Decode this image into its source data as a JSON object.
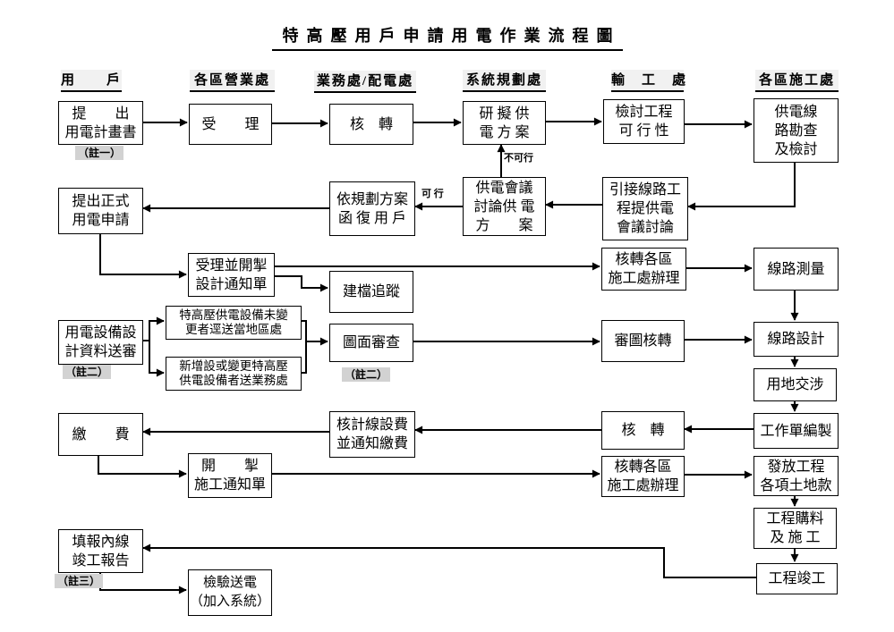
{
  "title": "特高壓用戶申請用電作業流程圖",
  "column_headers": [
    "用　　戶",
    "各區營業處",
    "業務處/配電處",
    "系統規劃處",
    "輸　工　處",
    "各區施工處"
  ],
  "nodes": {
    "submit_plan": {
      "lines": [
        "提　　出",
        "用電計畫書"
      ]
    },
    "accept": {
      "lines": [
        "受　　理"
      ]
    },
    "review_forward_1": {
      "lines": [
        "核　轉"
      ]
    },
    "draft_supply_plan": {
      "lines": [
        "研 擬 供",
        "電 方 案"
      ]
    },
    "review_feasibility": {
      "lines": [
        "檢討工程",
        "可 行 性"
      ]
    },
    "line_survey": {
      "lines": [
        "供電線",
        "路勘查",
        "及檢討"
      ]
    },
    "formal_application": {
      "lines": [
        "提出正式",
        "用電申請"
      ]
    },
    "reply_customer": {
      "lines": [
        "依規劃方案",
        "函 復 用 戶"
      ]
    },
    "supply_meeting": {
      "lines": [
        "供電會議",
        "討論供 電",
        "方　　案"
      ]
    },
    "connection_meeting": {
      "lines": [
        "引接線路工",
        "程提供電",
        "會議討論"
      ]
    },
    "accept_design_notice": {
      "lines": [
        "受理並開掣",
        "設計通知單"
      ]
    },
    "file_tracking": {
      "lines": [
        "建檔追蹤"
      ]
    },
    "forward_district_1": {
      "lines": [
        "核轉各區",
        "施工處辦理"
      ]
    },
    "line_measurement": {
      "lines": [
        "線路測量"
      ]
    },
    "equipment_design": {
      "lines": [
        "用電設備設",
        "計資料送審"
      ]
    },
    "unchanged_equipment": {
      "lines": [
        "特高壓供電設備未變",
        "更者逕送當地區處"
      ]
    },
    "changed_equipment": {
      "lines": [
        "新增設或變更特高壓",
        "供電設備者送業務處"
      ]
    },
    "drawing_review": {
      "lines": [
        "圖面審查"
      ]
    },
    "drawing_forward": {
      "lines": [
        "審圖核轉"
      ]
    },
    "line_design": {
      "lines": [
        "線路設計"
      ]
    },
    "land_negotiation": {
      "lines": [
        "用地交涉"
      ]
    },
    "payment": {
      "lines": [
        "繳　　費"
      ]
    },
    "calc_line_fee": {
      "lines": [
        "核計線設費",
        "並通知繳費"
      ]
    },
    "review_forward_2": {
      "lines": [
        "核　轉"
      ]
    },
    "work_order": {
      "lines": [
        "工作單編製"
      ]
    },
    "construction_notice": {
      "lines": [
        "開　　掣",
        "施工通知單"
      ]
    },
    "forward_district_2": {
      "lines": [
        "核轉各區",
        "施工處辦理"
      ]
    },
    "land_payment": {
      "lines": [
        "發放工程",
        "各項土地款"
      ]
    },
    "procurement": {
      "lines": [
        "工程購料",
        "及 施 工"
      ]
    },
    "project_completion": {
      "lines": [
        "工程竣工"
      ]
    },
    "completion_report": {
      "lines": [
        "填報內線",
        "竣工報告"
      ]
    },
    "inspection_energize": {
      "lines": [
        "檢驗送電",
        "（加入系統）"
      ]
    }
  },
  "edge_labels": {
    "infeasible": "不可行",
    "feasible": "可 行"
  },
  "notes": {
    "note1": "（註一）",
    "note2": "（註二）",
    "note3": "（註三）"
  },
  "colors": {
    "line": "#000000",
    "note_bg": "#d2d2d2",
    "header_bg": "#f1f1f1"
  }
}
